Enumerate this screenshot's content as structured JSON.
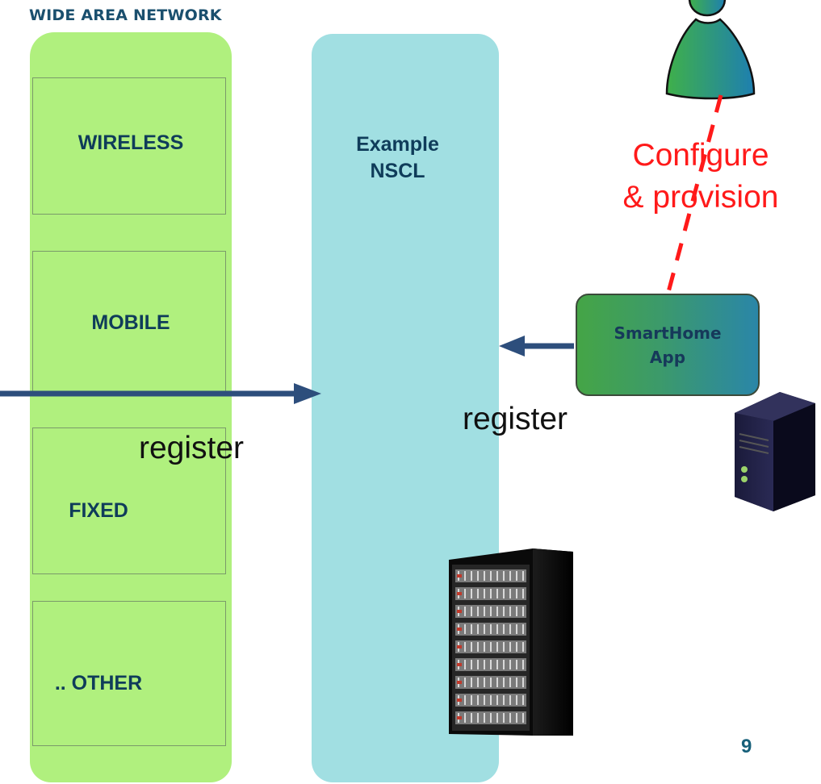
{
  "header": {
    "title": "WIDE AREA NETWORK"
  },
  "networks": [
    {
      "label": "WIRELESS"
    },
    {
      "label": "MOBILE"
    },
    {
      "label": "FIXED"
    },
    {
      "label": ".. OTHER"
    }
  ],
  "nscl": {
    "label_line1": "Example",
    "label_line2": "NSCL"
  },
  "labels": {
    "register_left": "register",
    "register_right": "register",
    "configure_line1": "Configure",
    "configure_line2": "& provision"
  },
  "app": {
    "label_line1": "SmartHome",
    "label_line2": "App"
  },
  "footer": {
    "page_number": "9"
  },
  "colors": {
    "wan_green": "#b0f07e",
    "nscl_cyan": "#a1dfe2",
    "arrow_blue": "#2d4e7c",
    "dash_red": "#ff1a1a",
    "label_navy": "#0f3c5a"
  },
  "icons": {
    "user": "person-icon",
    "server_tower": "server-tower-icon",
    "server_rack": "server-rack-icon"
  }
}
